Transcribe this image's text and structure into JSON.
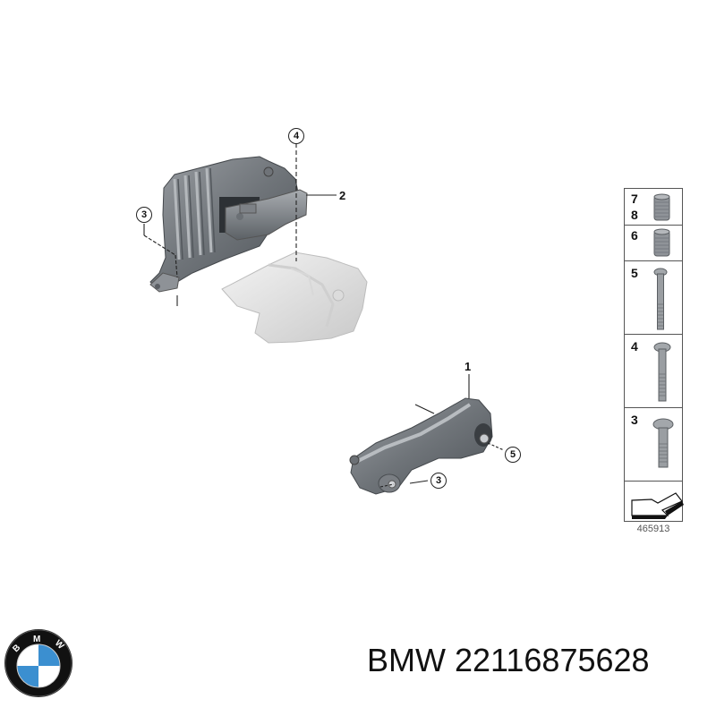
{
  "diagram": {
    "type": "parts-exploded-view",
    "subject": "engine/transmission mount assembly",
    "upper_assembly": {
      "callouts": [
        {
          "id": "2",
          "style": "plain"
        },
        {
          "id": "3",
          "style": "circled"
        },
        {
          "id": "4",
          "style": "circled"
        }
      ]
    },
    "lower_assembly": {
      "callouts": [
        {
          "id": "1",
          "style": "plain"
        },
        {
          "id": "3",
          "style": "circled"
        },
        {
          "id": "5",
          "style": "circled"
        }
      ]
    },
    "hardware_panel": {
      "rows": [
        {
          "labels": [
            "7",
            "8"
          ],
          "part": "threaded-sleeve"
        },
        {
          "labels": [
            "6"
          ],
          "part": "threaded-sleeve"
        },
        {
          "labels": [
            "5"
          ],
          "part": "long-bolt"
        },
        {
          "labels": [
            "4"
          ],
          "part": "medium-bolt"
        },
        {
          "labels": [
            "3"
          ],
          "part": "short-flange-bolt"
        },
        {
          "labels": [],
          "part": "direction-arrow-icon"
        }
      ],
      "caption": "465913"
    }
  },
  "footer": {
    "brand_logo": {
      "letters": [
        "B",
        "M",
        "W"
      ],
      "colors": {
        "ring": "#111111",
        "blue": "#3b8fd0",
        "white": "#ffffff"
      }
    },
    "part_number_text": "BMW 22116875628"
  }
}
